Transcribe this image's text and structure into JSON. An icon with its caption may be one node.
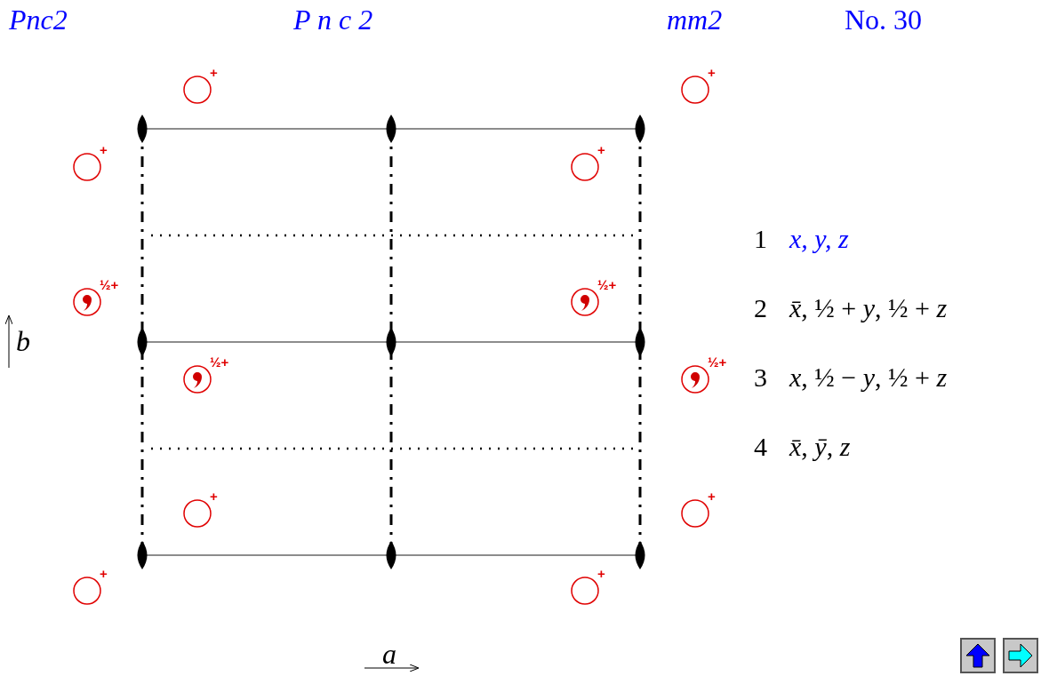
{
  "diagram": {
    "labels": [
      "Pnc2",
      "P n c 2",
      "mm2",
      "No. 30",
      "+",
      "+",
      "+",
      "+",
      "½+",
      "½+",
      "½+",
      "½+",
      "+",
      "+",
      "+",
      "+",
      "b",
      "a",
      "1",
      "x, y, z",
      "2",
      "*x̄*, ½ + *y*, ½ + *z*",
      "3",
      "*x*, ½ − *y*, ½ + *z*",
      "4",
      "*x̄*, *ȳ*, *z*"
    ]
  }
}
